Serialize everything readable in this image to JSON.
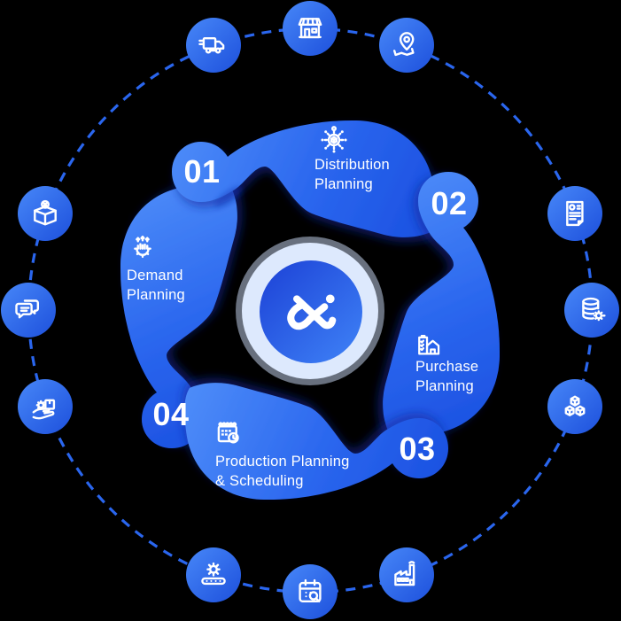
{
  "title": "Supply chain planning cycle diagram",
  "colors": {
    "background": "#000000",
    "shape_light": "#4f8ef9",
    "shape_dark": "#1a4fe0",
    "orbit_ring": "#2a66ee",
    "orbit_circle_light": "#4787f8",
    "orbit_circle_dark": "#1d50dc",
    "halo": "#dde9fd",
    "logo_circle_dark": "#1c41d6",
    "logo_circle_light": "#3f83f7",
    "text": "#ffffff"
  },
  "center": {
    "logo": "infinity-x-logo"
  },
  "segments": [
    {
      "number": "01",
      "icon": "distribution-network-icon",
      "title_lines": [
        "Distribution",
        "Planning"
      ]
    },
    {
      "number": "02",
      "icon": "house-checklist-icon",
      "title_lines": [
        "Purchase",
        "Planning"
      ]
    },
    {
      "number": "03",
      "icon": "calendar-clock-icon",
      "title_lines": [
        "Production Planning",
        "& Scheduling"
      ]
    },
    {
      "number": "04",
      "icon": "growth-gear-icon",
      "title_lines": [
        "Demand",
        "Planning"
      ]
    }
  ],
  "orbit_icons": [
    {
      "name": "delivery-truck-icon"
    },
    {
      "name": "storefront-icon"
    },
    {
      "name": "map-location-pin-icon"
    },
    {
      "name": "report-document-icon"
    },
    {
      "name": "database-gear-icon"
    },
    {
      "name": "stacked-cubes-icon"
    },
    {
      "name": "open-box-x-icon"
    },
    {
      "name": "chat-bubbles-icon"
    },
    {
      "name": "hand-holding-box-icon"
    },
    {
      "name": "gear-conveyor-icon"
    },
    {
      "name": "calendar-search-icon"
    },
    {
      "name": "factory-icon"
    }
  ]
}
